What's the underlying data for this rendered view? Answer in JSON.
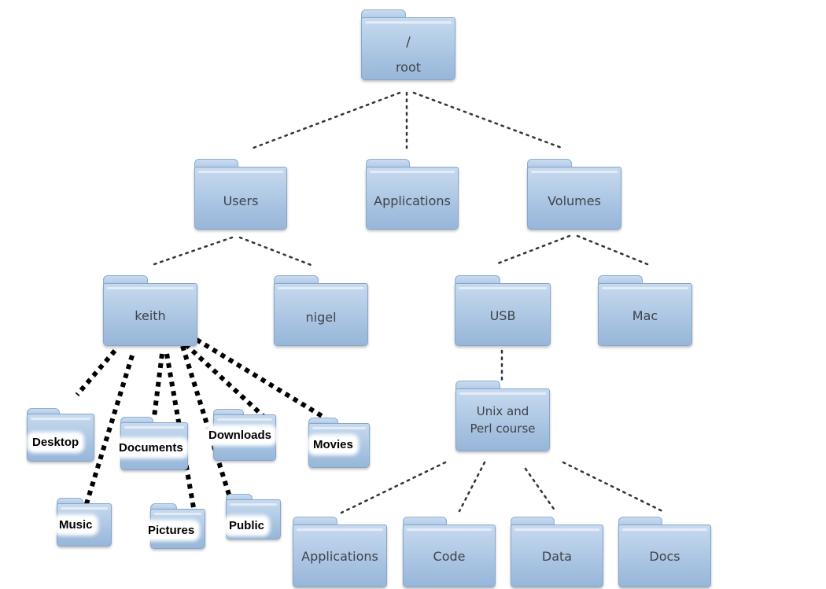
{
  "tree": {
    "root": {
      "line1": "/",
      "line2": "root"
    },
    "users": "Users",
    "applications": "Applications",
    "volumes": "Volumes",
    "keith": "keith",
    "nigel": "nigel",
    "usb": "USB",
    "mac": "Mac",
    "course": {
      "line1": "Unix and",
      "line2": "Perl course"
    },
    "course_applications": "Applications",
    "code": "Code",
    "data": "Data",
    "docs": "Docs",
    "home_folders": {
      "desktop": "Desktop",
      "documents": "Documents",
      "downloads": "Downloads",
      "movies": "Movies",
      "music": "Music",
      "pictures": "Pictures",
      "public": "Public"
    }
  },
  "colors": {
    "folder_fill": "#a9c4e2",
    "folder_edge": "#86a6cb",
    "label_text": "#3f4348",
    "connector": "#222222"
  }
}
